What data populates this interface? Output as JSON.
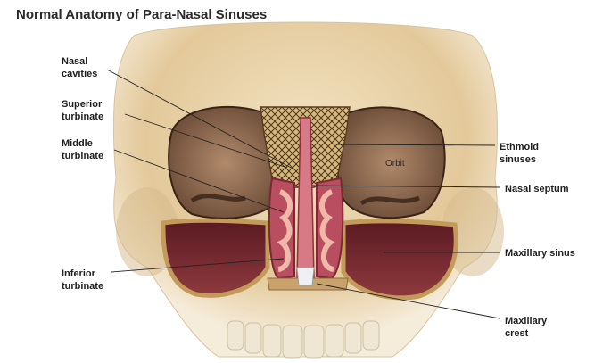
{
  "title": "Normal Anatomy of Para-Nasal Sinuses",
  "labels": {
    "nasal_cavities": "Nasal\ncavities",
    "superior_turbinate": "Superior\nturbinate",
    "middle_turbinate": "Middle\nturbinate",
    "inferior_turbinate": "Inferior\nturbinate",
    "ethmoid_sinuses": "Ethmoid\nsinuses",
    "nasal_septum": "Nasal septum",
    "maxillary_sinus": "Maxillary sinus",
    "maxillary_crest": "Maxillary\ncrest",
    "orbit": "Orbit"
  },
  "colors": {
    "bone": "#e8d2a6",
    "bone_shade": "#cdb07c",
    "sinus_cavity": "#7a2a30",
    "mucosa": "#c25a6a",
    "honeycomb": "#c9a96e",
    "leader_line": "#222222"
  }
}
